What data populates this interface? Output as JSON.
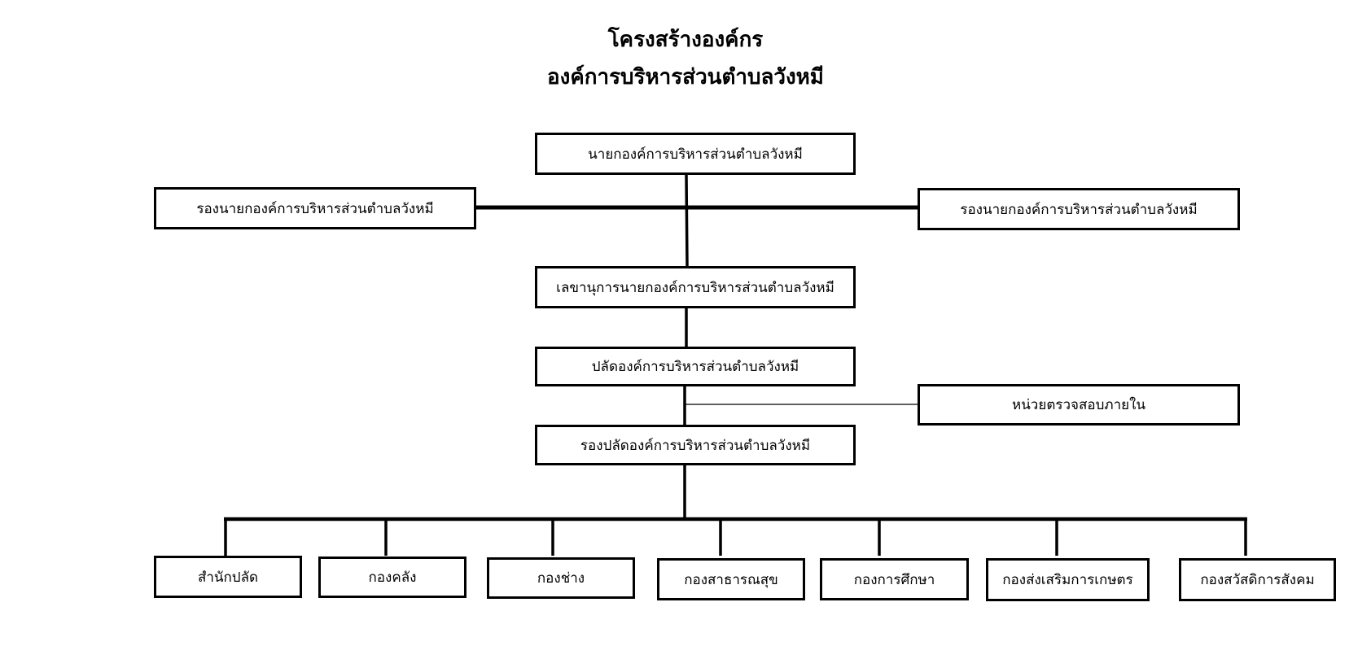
{
  "title": {
    "line1": "โครงสร้างองค์กร",
    "line2": "องค์การบริหารส่วนตำบลวังหมี"
  },
  "chart": {
    "mayor": "นายกองค์การบริหารส่วนตำบลวังหมี",
    "deputy_mayor_left": "รองนายกองค์การบริหารส่วนตำบลวังหมี",
    "deputy_mayor_right": "รองนายกองค์การบริหารส่วนตำบลวังหมี",
    "mayor_secretary": "เลขานุการนายกองค์การบริหารส่วนตำบลวังหมี",
    "chief_administrator": "ปลัดองค์การบริหารส่วนตำบลวังหมี",
    "internal_audit": "หน่วยตรวจสอบภายใน",
    "deputy_chief_administrator": "รองปลัดองค์การบริหารส่วนตำบลวังหมี",
    "divisions": [
      "สำนักปลัด",
      "กองคลัง",
      "กองช่าง",
      "กองสาธารณสุข",
      "กองการศึกษา",
      "กองส่งเสริมการเกษตร",
      "กองสวัสดิการสังคม"
    ]
  }
}
